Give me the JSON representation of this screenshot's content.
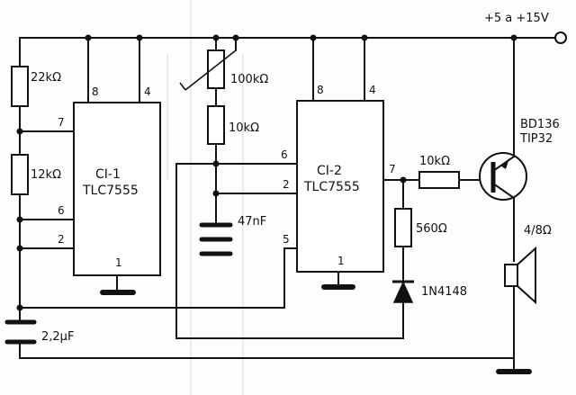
{
  "supply": {
    "label": "+5 a +15V"
  },
  "ic1": {
    "name": "CI-1",
    "part": "TLC7555",
    "pins": [
      "8",
      "4",
      "7",
      "6",
      "2",
      "1"
    ]
  },
  "ic2": {
    "name": "CI-2",
    "part": "TLC7555",
    "pins": [
      "8",
      "4",
      "6",
      "2",
      "5",
      "7",
      "1"
    ]
  },
  "components": {
    "r1": "22kΩ",
    "r2": "12kΩ",
    "pot": "100kΩ",
    "r3": "10kΩ",
    "c2": "47nF",
    "c1": "2,2µF",
    "r4": "10kΩ",
    "r5": "560Ω",
    "diode": "1N4148",
    "transistor_1": "BD136",
    "transistor_2": "TIP32",
    "speaker": "4/8Ω"
  }
}
